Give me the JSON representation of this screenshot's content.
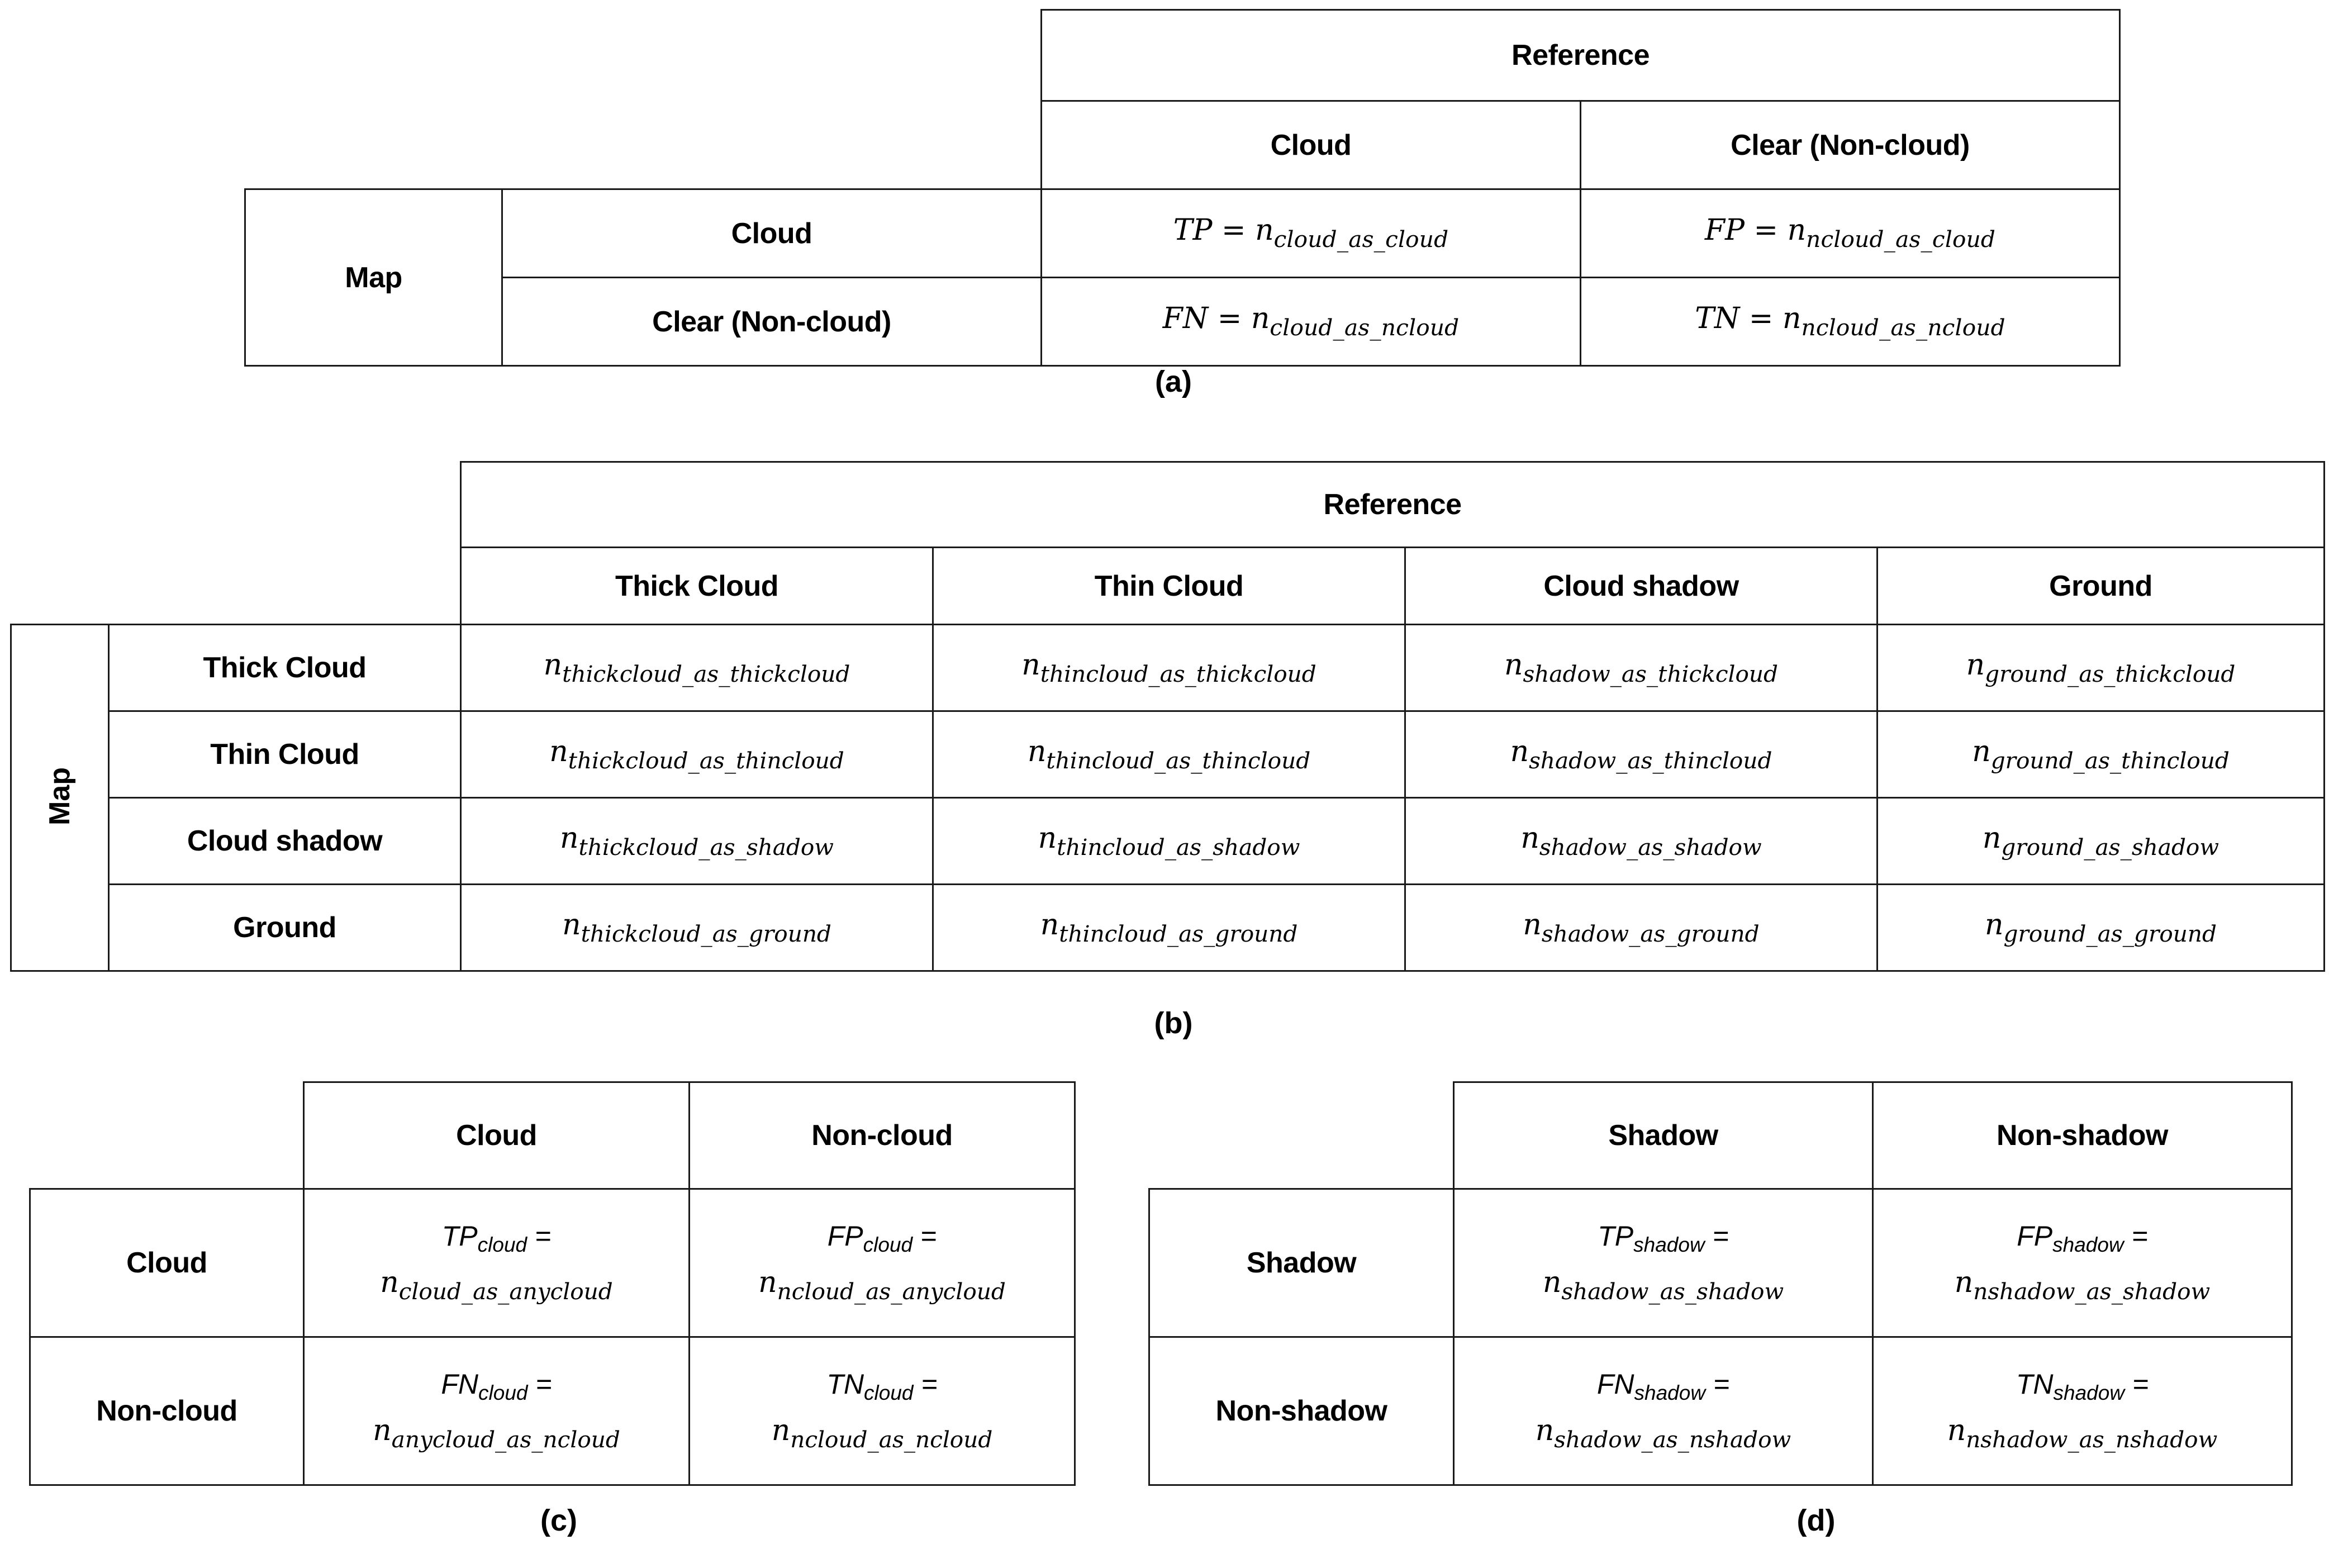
{
  "figure": {
    "type": "confusion-matrix-diagram",
    "panels": [
      "a",
      "b",
      "c",
      "d"
    ]
  },
  "panel_a": {
    "caption": "(a)",
    "corner_label": "Map",
    "reference_header": "Reference",
    "reference_columns": [
      "Cloud",
      "Clear (Non-cloud)"
    ],
    "map_rows": [
      "Cloud",
      "Clear (Non-cloud)"
    ],
    "cells": [
      [
        {
          "lead": "TP",
          "eq": " = ",
          "n": "n",
          "sub": "cloud_as_cloud"
        },
        {
          "lead": "FP",
          "eq": " = ",
          "n": "n",
          "sub": "ncloud_as_cloud"
        }
      ],
      [
        {
          "lead": "FN",
          "eq": " = ",
          "n": "n",
          "sub": "cloud_as_ncloud"
        },
        {
          "lead": "TN",
          "eq": " = ",
          "n": "n",
          "sub": "ncloud_as_ncloud"
        }
      ]
    ]
  },
  "panel_b": {
    "caption": "(b)",
    "corner_label": "Map",
    "reference_header": "Reference",
    "reference_columns": [
      "Thick Cloud",
      "Thin Cloud",
      "Cloud shadow",
      "Ground"
    ],
    "map_rows": [
      "Thick Cloud",
      "Thin Cloud",
      "Cloud shadow",
      "Ground"
    ],
    "cells": [
      [
        {
          "n": "n",
          "sub": "thickcloud_as_thickcloud"
        },
        {
          "n": "n",
          "sub": "thincloud_as_thickcloud"
        },
        {
          "n": "n",
          "sub": "shadow_as_thickcloud"
        },
        {
          "n": "n",
          "sub": "ground_as_thickcloud"
        }
      ],
      [
        {
          "n": "n",
          "sub": "thickcloud_as_thincloud"
        },
        {
          "n": "n",
          "sub": "thincloud_as_thincloud"
        },
        {
          "n": "n",
          "sub": "shadow_as_thincloud"
        },
        {
          "n": "n",
          "sub": "ground_as_thincloud"
        }
      ],
      [
        {
          "n": "n",
          "sub": "thickcloud_as_shadow"
        },
        {
          "n": "n",
          "sub": "thincloud_as_shadow"
        },
        {
          "n": "n",
          "sub": "shadow_as_shadow"
        },
        {
          "n": "n",
          "sub": "ground_as_shadow"
        }
      ],
      [
        {
          "n": "n",
          "sub": "thickcloud_as_ground"
        },
        {
          "n": "n",
          "sub": "thincloud_as_ground"
        },
        {
          "n": "n",
          "sub": "shadow_as_ground"
        },
        {
          "n": "n",
          "sub": "ground_as_ground"
        }
      ]
    ]
  },
  "panel_c": {
    "caption": "(c)",
    "columns": [
      "Cloud",
      "Non-cloud"
    ],
    "rows": [
      "Cloud",
      "Non-cloud"
    ],
    "cells": [
      [
        {
          "line1_lead": "TP",
          "line1_sub": "cloud",
          "line1_eq": " =",
          "line2_n": "n",
          "line2_sub": "cloud_as_anycloud"
        },
        {
          "line1_lead": "FP",
          "line1_sub": "cloud",
          "line1_eq": " =",
          "line2_n": "n",
          "line2_sub": "ncloud_as_anycloud"
        }
      ],
      [
        {
          "line1_lead": "FN",
          "line1_sub": "cloud",
          "line1_eq": " =",
          "line2_n": "n",
          "line2_sub": "anycloud_as_ncloud"
        },
        {
          "line1_lead": "TN",
          "line1_sub": "cloud",
          "line1_eq": " =",
          "line2_n": "n",
          "line2_sub": "ncloud_as_ncloud"
        }
      ]
    ]
  },
  "panel_d": {
    "caption": "(d)",
    "columns": [
      "Shadow",
      "Non-shadow"
    ],
    "rows": [
      "Shadow",
      "Non-shadow"
    ],
    "cells": [
      [
        {
          "line1_lead": "TP",
          "line1_sub": "shadow",
          "line1_eq": " =",
          "line2_n": "n",
          "line2_sub": "shadow_as_shadow"
        },
        {
          "line1_lead": "FP",
          "line1_sub": "shadow",
          "line1_eq": " =",
          "line2_n": "n",
          "line2_sub": "nshadow_as_shadow"
        }
      ],
      [
        {
          "line1_lead": "FN",
          "line1_sub": "shadow",
          "line1_eq": " =",
          "line2_n": "n",
          "line2_sub": "shadow_as_nshadow"
        },
        {
          "line1_lead": "TN",
          "line1_sub": "shadow",
          "line1_eq": " =",
          "line2_n": "n",
          "line2_sub": "nshadow_as_nshadow"
        }
      ]
    ]
  },
  "colors": {
    "border": "#1a1a1a",
    "background": "#ffffff",
    "text": "#000000"
  }
}
